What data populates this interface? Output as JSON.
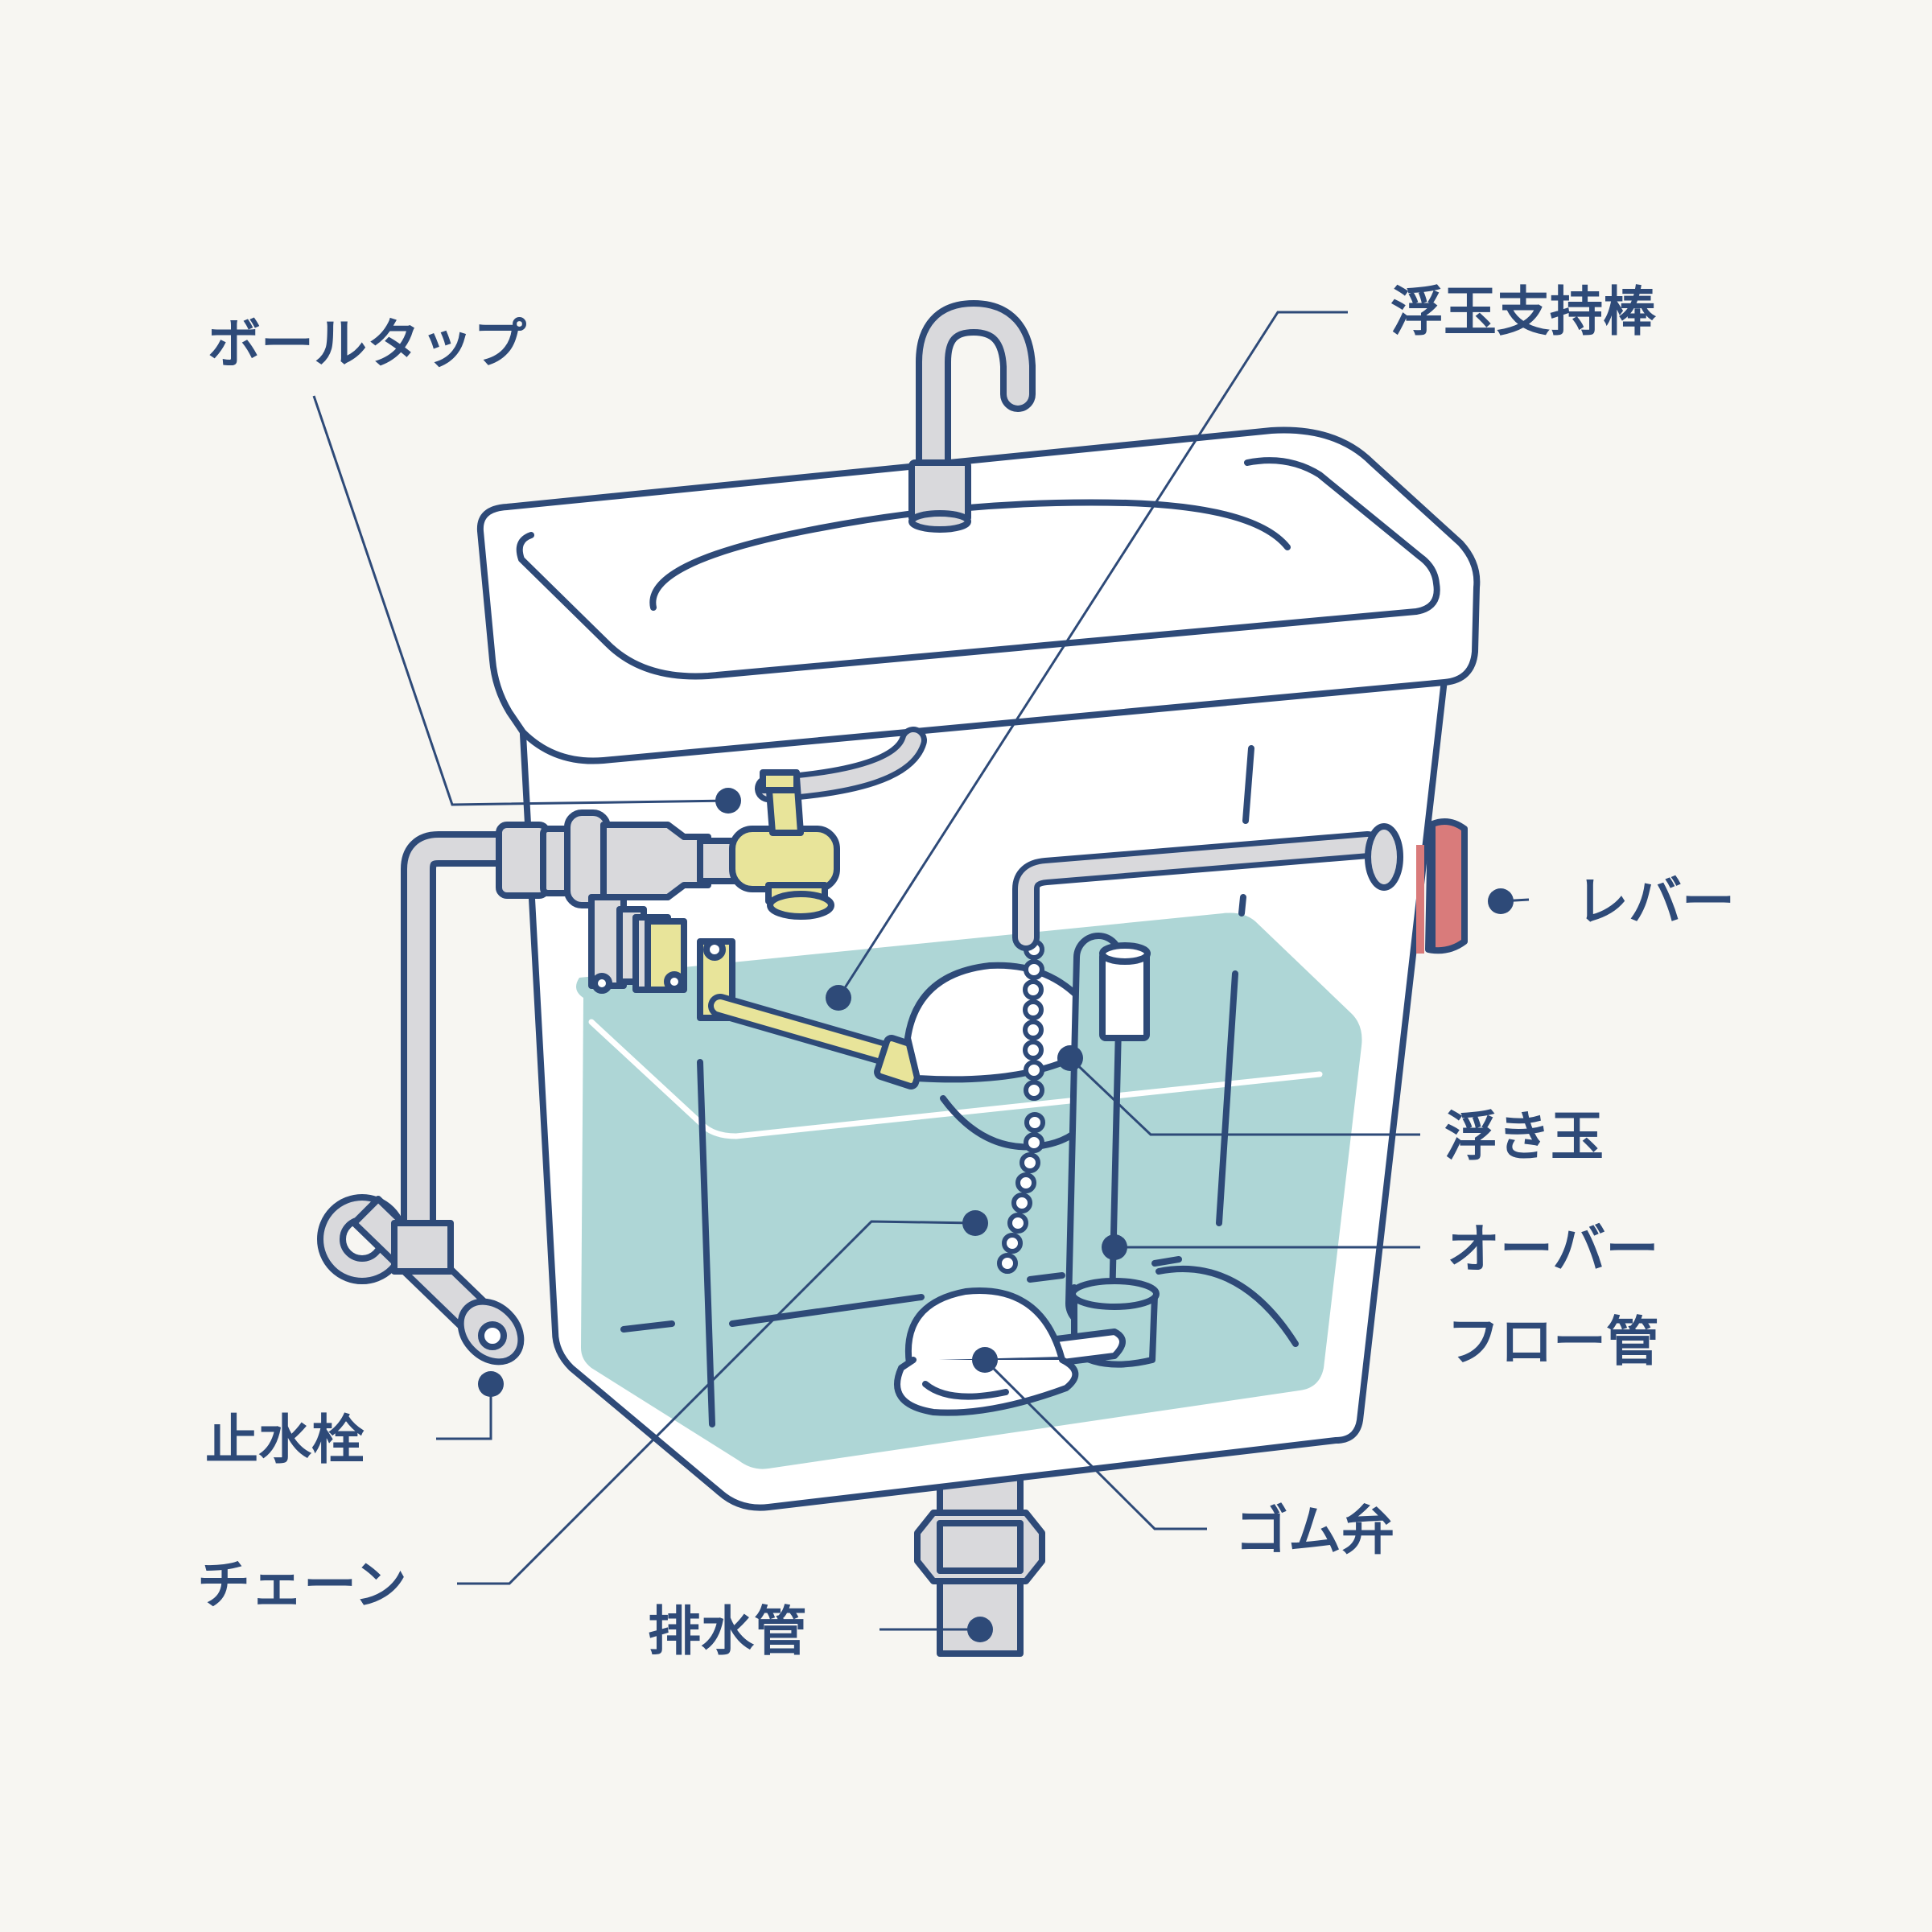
{
  "diagram": {
    "labels": {
      "ball_tap": "ボールタップ",
      "float_rod": "浮玉支持棒",
      "lever": "レバー",
      "float_ball": "浮き玉",
      "overflow_line1": "オーバー",
      "overflow_line2": "フロー管",
      "stop_valve": "止水栓",
      "chain": "チェーン",
      "rubber_valve": "ゴム弁",
      "drain_pipe": "排水管"
    },
    "colors": {
      "background": "#f7f6f2",
      "outline": "#2e4a78",
      "tank": "#ffffff",
      "water": "#aed6d6",
      "pipe": "#d9d9dc",
      "brass": "#e8e49a",
      "lever": "#d97b7b"
    }
  }
}
